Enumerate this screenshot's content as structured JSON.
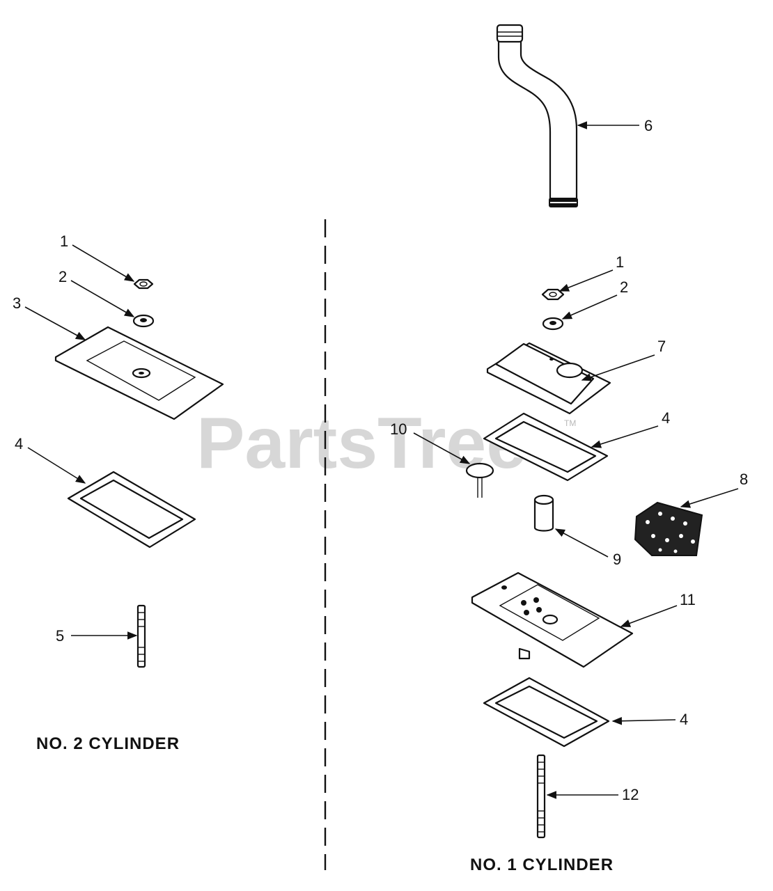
{
  "diagram": {
    "watermark": "PartsTree",
    "trademark": "TM",
    "captions": {
      "left": "NO. 2 CYLINDER",
      "right": "NO. 1 CYLINDER"
    },
    "callouts": {
      "left_1": "1",
      "left_2": "2",
      "left_3": "3",
      "left_4": "4",
      "left_5": "5",
      "right_1": "1",
      "right_2": "2",
      "right_4a": "4",
      "right_4b": "4",
      "right_6": "6",
      "right_7": "7",
      "right_8": "8",
      "right_9": "9",
      "right_10": "10",
      "right_11": "11",
      "right_12": "12"
    }
  }
}
